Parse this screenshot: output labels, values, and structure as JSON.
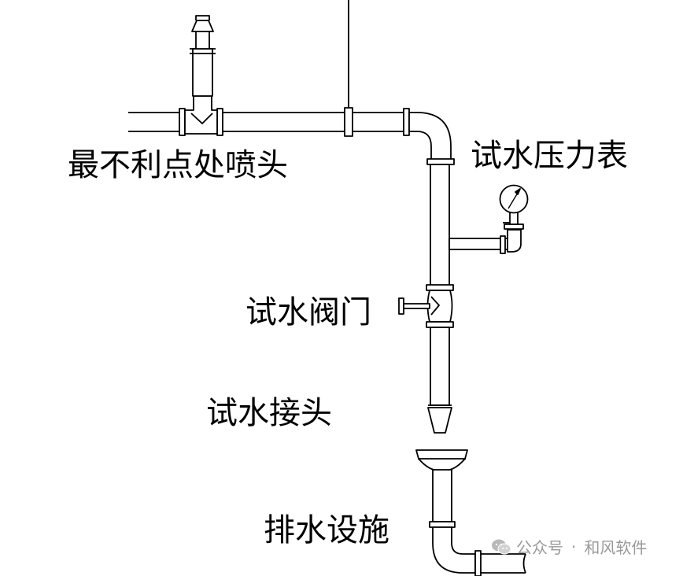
{
  "labels": {
    "sprinkler": "最不利点处喷头",
    "gauge": "试水压力表",
    "valve": "试水阀门",
    "connector": "试水接头",
    "drain": "排水设施"
  },
  "watermark": {
    "source": "公众号",
    "separator": "·",
    "account": "和风软件",
    "icon": "wechat-icon"
  },
  "colors": {
    "line": "#000000",
    "watermark": "#9a9a9a"
  }
}
